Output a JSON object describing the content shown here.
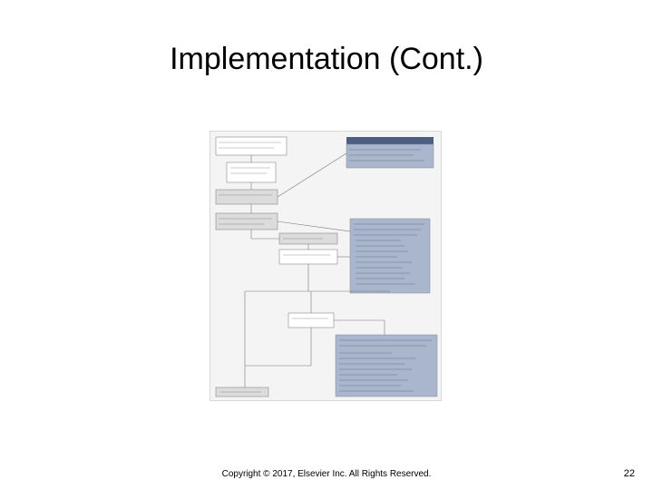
{
  "slide": {
    "title": "Implementation (Cont.)",
    "footer": "Copyright © 2017, Elsevier Inc. All Rights Reserved.",
    "page_number": "22"
  },
  "colors": {
    "panel_blue": "#a9b6cc",
    "header_blue": "#4c5f80",
    "box_grey": "#dcdcdc"
  }
}
